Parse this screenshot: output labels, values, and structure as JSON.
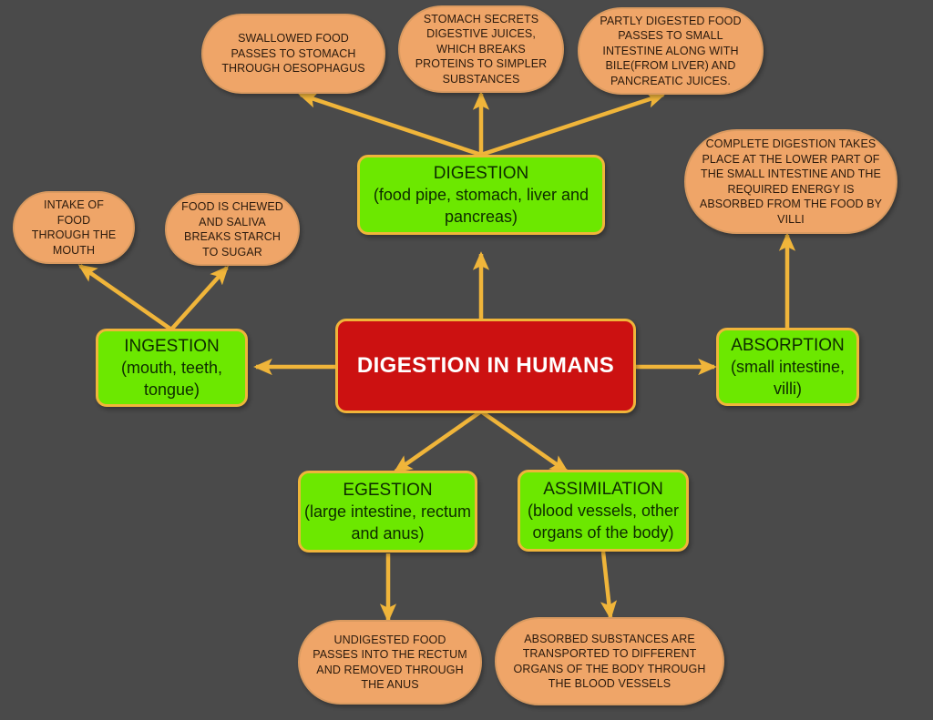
{
  "diagram": {
    "title": "DIGESTION IN HUMANS",
    "colors": {
      "background": "#4a4a4a",
      "oval_fill": "#efa568",
      "box_green_fill": "#6ce800",
      "box_red_fill": "#cc1111",
      "arrow": "#f0b53a",
      "box_border": "#f0b53a",
      "oval_text": "#2b1a0d",
      "green_text": "#0d2b00",
      "red_text": "#ffffff"
    },
    "center": {
      "label": "DIGESTION IN HUMANS"
    },
    "stages": [
      {
        "id": "ingestion",
        "title": "INGESTION",
        "subtitle": "(mouth, teeth, tongue)"
      },
      {
        "id": "digestion",
        "title": "DIGESTION",
        "subtitle": "(food pipe, stomach, liver and pancreas)"
      },
      {
        "id": "absorption",
        "title": "ABSORPTION",
        "subtitle": "(small intestine, villi)"
      },
      {
        "id": "egestion",
        "title": "EGESTION",
        "subtitle": "(large intestine, rectum and anus)"
      },
      {
        "id": "assimilation",
        "title": "ASSIMILATION",
        "subtitle": "(blood vessels, other organs of the body)"
      }
    ],
    "notes": [
      {
        "id": "note-swallowed-food",
        "text": "SWALLOWED FOOD PASSES TO STOMACH THROUGH OESOPHAGUS"
      },
      {
        "id": "note-stomach-secrets",
        "text": "STOMACH SECRETS DIGESTIVE JUICES, WHICH BREAKS PROTEINS TO SIMPLER SUBSTANCES"
      },
      {
        "id": "note-partly-digested",
        "text": "PARTLY DIGESTED FOOD PASSES TO SMALL INTESTINE ALONG WITH BILE(FROM LIVER) AND PANCREATIC JUICES."
      },
      {
        "id": "note-complete-digestion",
        "text": "COMPLETE DIGESTION TAKES PLACE AT THE LOWER PART OF THE SMALL INTESTINE AND THE REQUIRED ENERGY IS ABSORBED FROM THE FOOD BY VILLI"
      },
      {
        "id": "note-intake-of-food",
        "text": "INTAKE OF FOOD THROUGH THE MOUTH"
      },
      {
        "id": "note-food-chewed",
        "text": "FOOD IS CHEWED AND SALIVA BREAKS STARCH TO SUGAR"
      },
      {
        "id": "note-undigested-food",
        "text": "UNDIGESTED FOOD PASSES INTO THE RECTUM AND REMOVED THROUGH THE ANUS"
      },
      {
        "id": "note-absorbed-substances",
        "text": "ABSORBED SUBSTANCES ARE TRANSPORTED TO DIFFERENT ORGANS OF THE BODY THROUGH THE BLOOD VESSELS"
      }
    ]
  }
}
